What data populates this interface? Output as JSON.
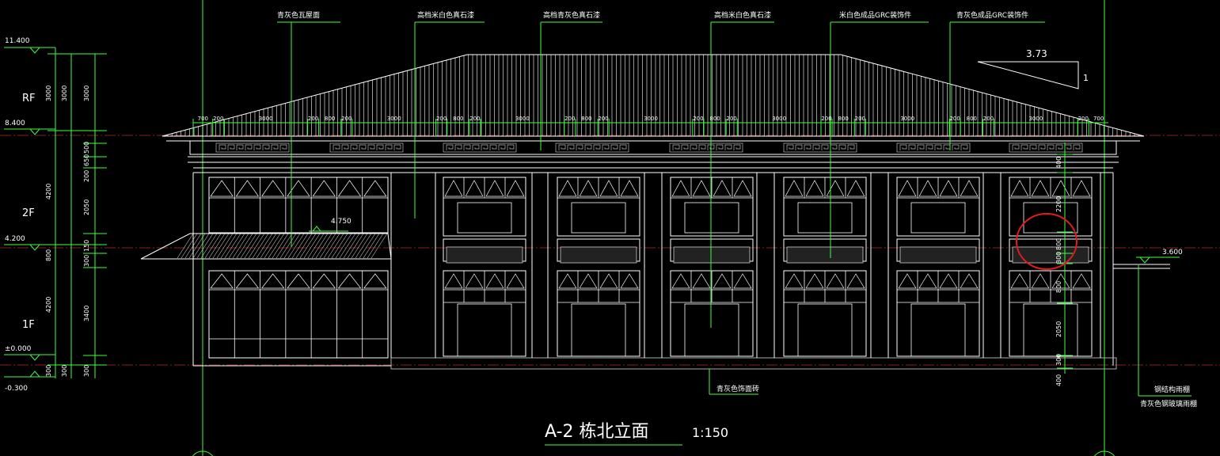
{
  "drawing": {
    "title": "A-2 栋北立面",
    "scale": "1:150"
  },
  "callouts": [
    "青灰色瓦屋面",
    "高档米白色真石漆",
    "高档青灰色真石漆",
    "高档米白色真石漆",
    "米白色成品GRC装饰件",
    "青灰色成品GRC装饰件"
  ],
  "bottom_callouts": [
    "青灰色饰面砖",
    "钢结构雨棚",
    "青灰色钢玻璃雨棚"
  ],
  "levels": {
    "top": "11.400",
    "rf_name": "RF",
    "rf": "8.400",
    "f2_name": "2F",
    "f2": "4.200",
    "f1_name": "1F",
    "f1": "±0.000",
    "bottom": "-0.300",
    "canopy_left": "4.750",
    "canopy_right": "3.600"
  },
  "slope": {
    "run": "3.73",
    "rise": "1"
  },
  "dims_outer": [
    "300",
    "4200",
    "4200",
    "300"
  ],
  "dims_outer_small": [
    "3000",
    "800"
  ],
  "dims_inner": [
    "3000",
    "500",
    "650",
    "200",
    "2050",
    "150",
    "300",
    "3400",
    "300"
  ],
  "dims_right": [
    "400",
    "2200",
    "800",
    "300",
    "800",
    "2050",
    "300",
    "400"
  ],
  "roof_dims": [
    "700",
    "200",
    "3000",
    "200",
    "800",
    "200",
    "3000",
    "200",
    "800",
    "200",
    "3000",
    "200",
    "800",
    "200",
    "3000",
    "200",
    "800",
    "200",
    "3000",
    "200",
    "800",
    "200",
    "3000",
    "200",
    "800",
    "200",
    "3000",
    "200",
    "700"
  ],
  "annotation": {
    "color": "#e31c1c"
  }
}
